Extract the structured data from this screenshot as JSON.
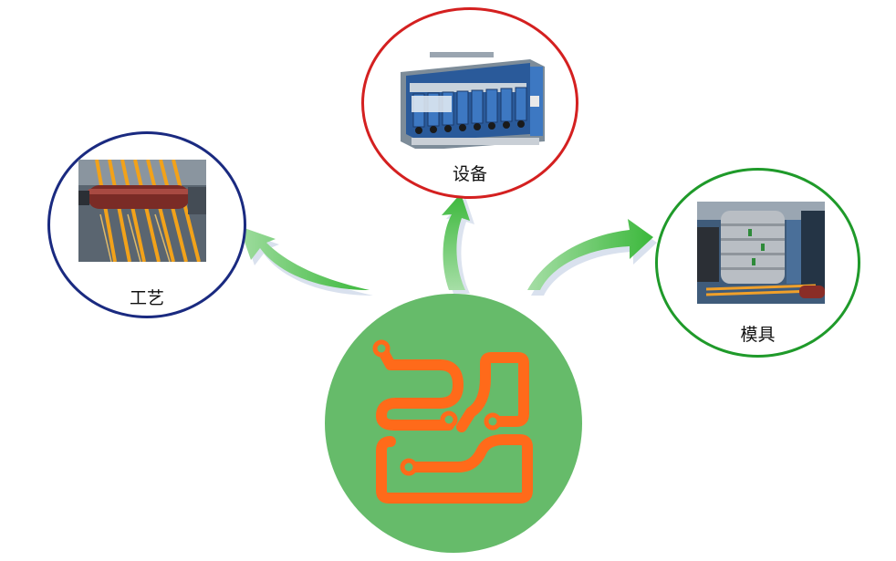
{
  "nodes": {
    "process": {
      "label": "工艺",
      "ring_color": "#1a2a80"
    },
    "equipment": {
      "label": "设备",
      "ring_color": "#d42020"
    },
    "mold": {
      "label": "模具",
      "ring_color": "#1f9a2a"
    }
  },
  "hub": {
    "fill": "#66bb6a",
    "icon": "flex-circuit-trace-icon",
    "trace_color": "#ff6a1a"
  },
  "arrow_color": "#4cc24c"
}
